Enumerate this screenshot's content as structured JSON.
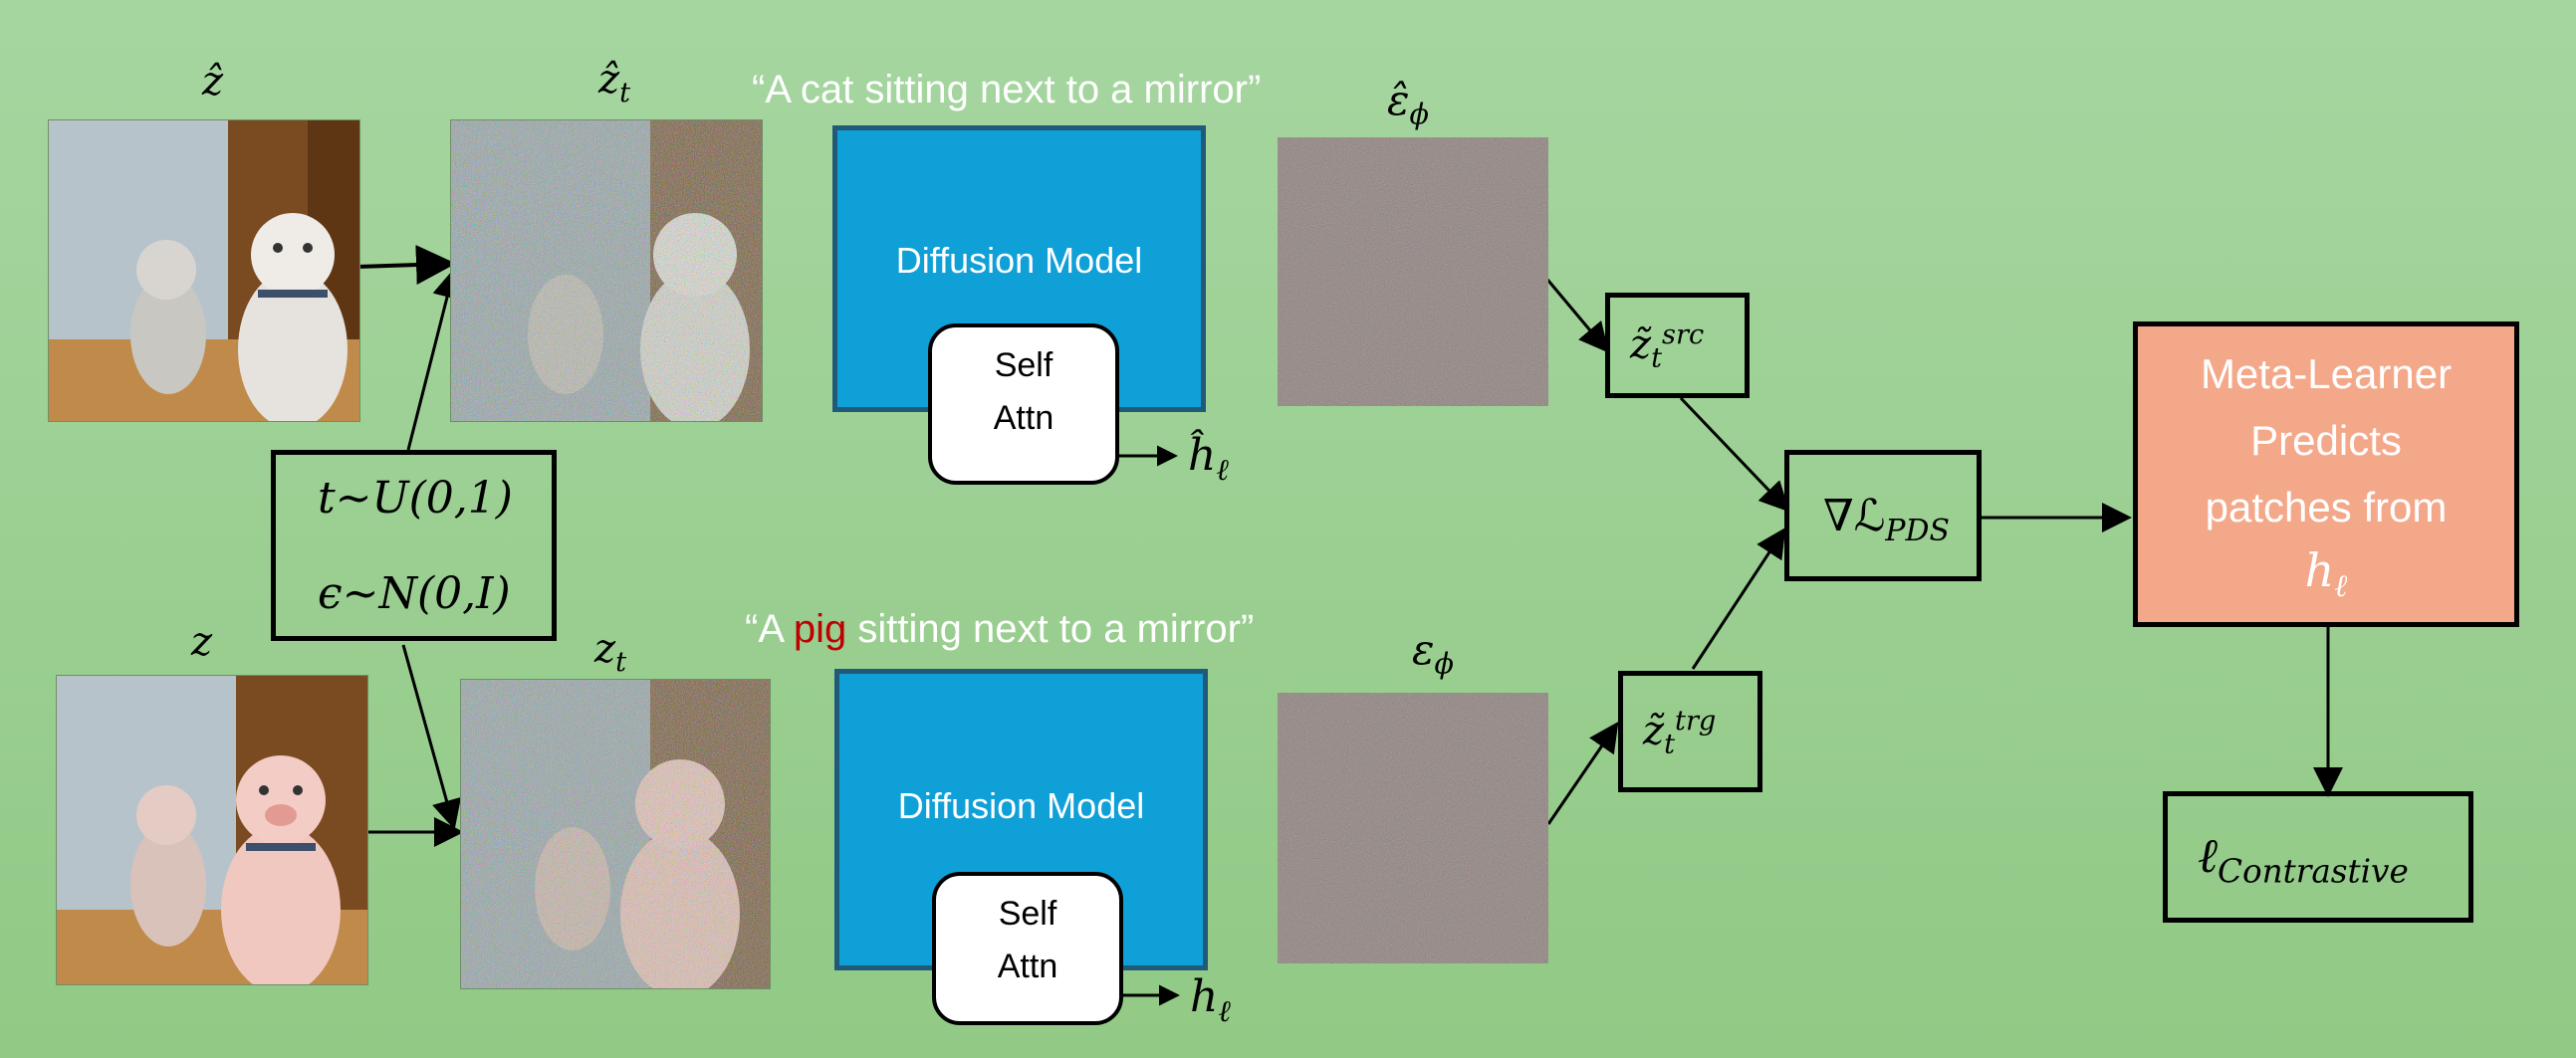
{
  "labels": {
    "z_hat": "ẑ",
    "z_hat_t": "ẑ",
    "z_hat_t_sub": "t",
    "z": "z",
    "z_t": "z",
    "z_t_sub": "t",
    "eps_hat": "ε̂",
    "eps_hat_sub": "ϕ",
    "eps": "ε",
    "eps_sub": "ϕ",
    "h_hat": "ĥ",
    "h_hat_sub": "ℓ",
    "h": "h",
    "h_sub": "ℓ"
  },
  "captions": {
    "top": "“A cat sitting next to a mirror”",
    "bottom_pre": "“A ",
    "bottom_red": "pig",
    "bottom_post": " sitting next to a mirror”"
  },
  "sampling": {
    "t_line": "t~U(0,1)",
    "eps_line": "ϵ~N(0,I)"
  },
  "diffusion_top": {
    "label": "Diffusion Model",
    "attn_line1": "Self",
    "attn_line2": "Attn"
  },
  "diffusion_bottom": {
    "label": "Diffusion Model",
    "attn_line1": "Self",
    "attn_line2": "Attn"
  },
  "z_src": {
    "base": "z̃",
    "sub": "t",
    "sup": "src"
  },
  "z_trg": {
    "base": "z̃",
    "sub": "t",
    "sup": "trg"
  },
  "grad_pds": {
    "prefix": "∇ℒ",
    "sub": "PDS"
  },
  "meta_learner": {
    "line1": "Meta-Learner",
    "line2": "Predicts",
    "line3": "patches from",
    "line4_base": "h",
    "line4_sub": "ℓ"
  },
  "contrastive": {
    "base": "ℓ",
    "sub": "Contrastive"
  },
  "colors": {
    "background": "#9fd296",
    "diffusion_block": "#10a0d8",
    "meta_learner": "#f4a88a",
    "highlight_word": "#c00000"
  }
}
